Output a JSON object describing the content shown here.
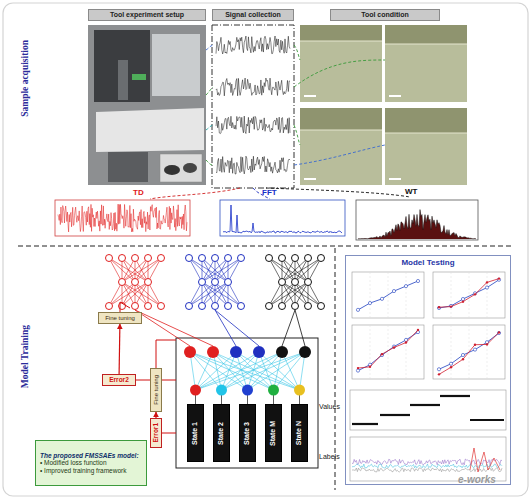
{
  "diagram": {
    "nodes": [
      {
        "text": [
          "Tool experiment setup"
        ]
      },
      {
        "text": [
          "Signal collection"
        ]
      },
      {
        "text": [
          "Tool condition"
        ]
      },
      {
        "text": [
          "Fine tuning"
        ]
      },
      {
        "text": [
          "Error2"
        ]
      },
      {
        "text": [
          "Fine tuning"
        ]
      },
      {
        "text": [
          "Error1"
        ]
      },
      {
        "text": [
          "State 1"
        ]
      },
      {
        "text": [
          "State 2"
        ]
      },
      {
        "text": [
          "State 3"
        ]
      },
      {
        "text": [
          "State M"
        ]
      },
      {
        "text": [
          "State N"
        ]
      },
      {
        "text": [
          "The proposed FMSSAEs model:",
          "• Modified loss function",
          "• Improved training framework"
        ]
      },
      {
        "text": [
          "Model Testing"
        ]
      }
    ],
    "edges": [
      {
        "from": 4,
        "to": 3,
        "arrow": "to"
      },
      {
        "from": 6,
        "to": 5,
        "arrow": "to"
      }
    ],
    "labels": [
      "Sample acquisition",
      "TD",
      "FFT",
      "WT",
      "Model Training",
      "Values",
      "Labels",
      "e-works"
    ]
  }
}
